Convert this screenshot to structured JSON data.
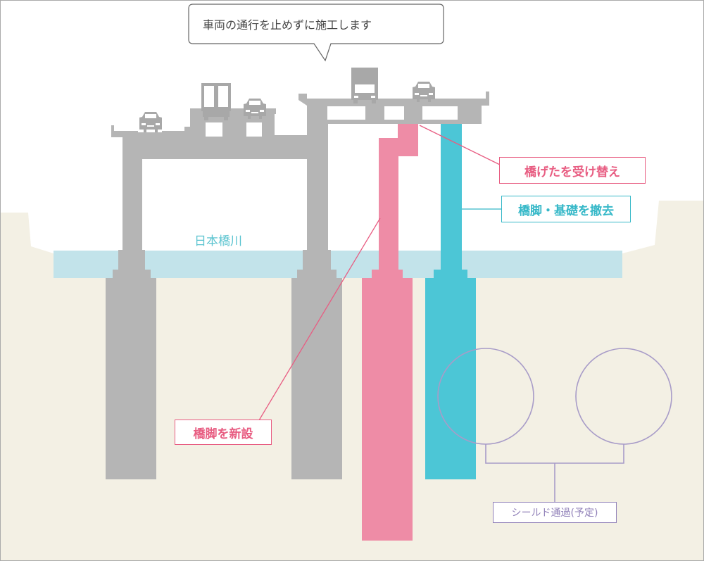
{
  "callout": {
    "text": "車両の通行を止めずに施工します"
  },
  "labels": {
    "girder_replace": "橋げたを受け替え",
    "pier_remove": "橋脚・基礎を撤去",
    "river": "日本橋川",
    "new_pier": "橋脚を新設",
    "shield": "シールド通過(予定)"
  },
  "colors": {
    "structure_gray": "#b5b5b5",
    "new_pier_pink": "#ee8ca6",
    "removed_pier_cyan": "#4cc6d6",
    "water": "#c2e3ea",
    "ground": "#f3f0e4",
    "shield_outline": "#a89cc8",
    "accent_pink": "#e85d82",
    "accent_cyan": "#36b8c8"
  },
  "icons": [
    "car-icon",
    "truck-icon"
  ]
}
